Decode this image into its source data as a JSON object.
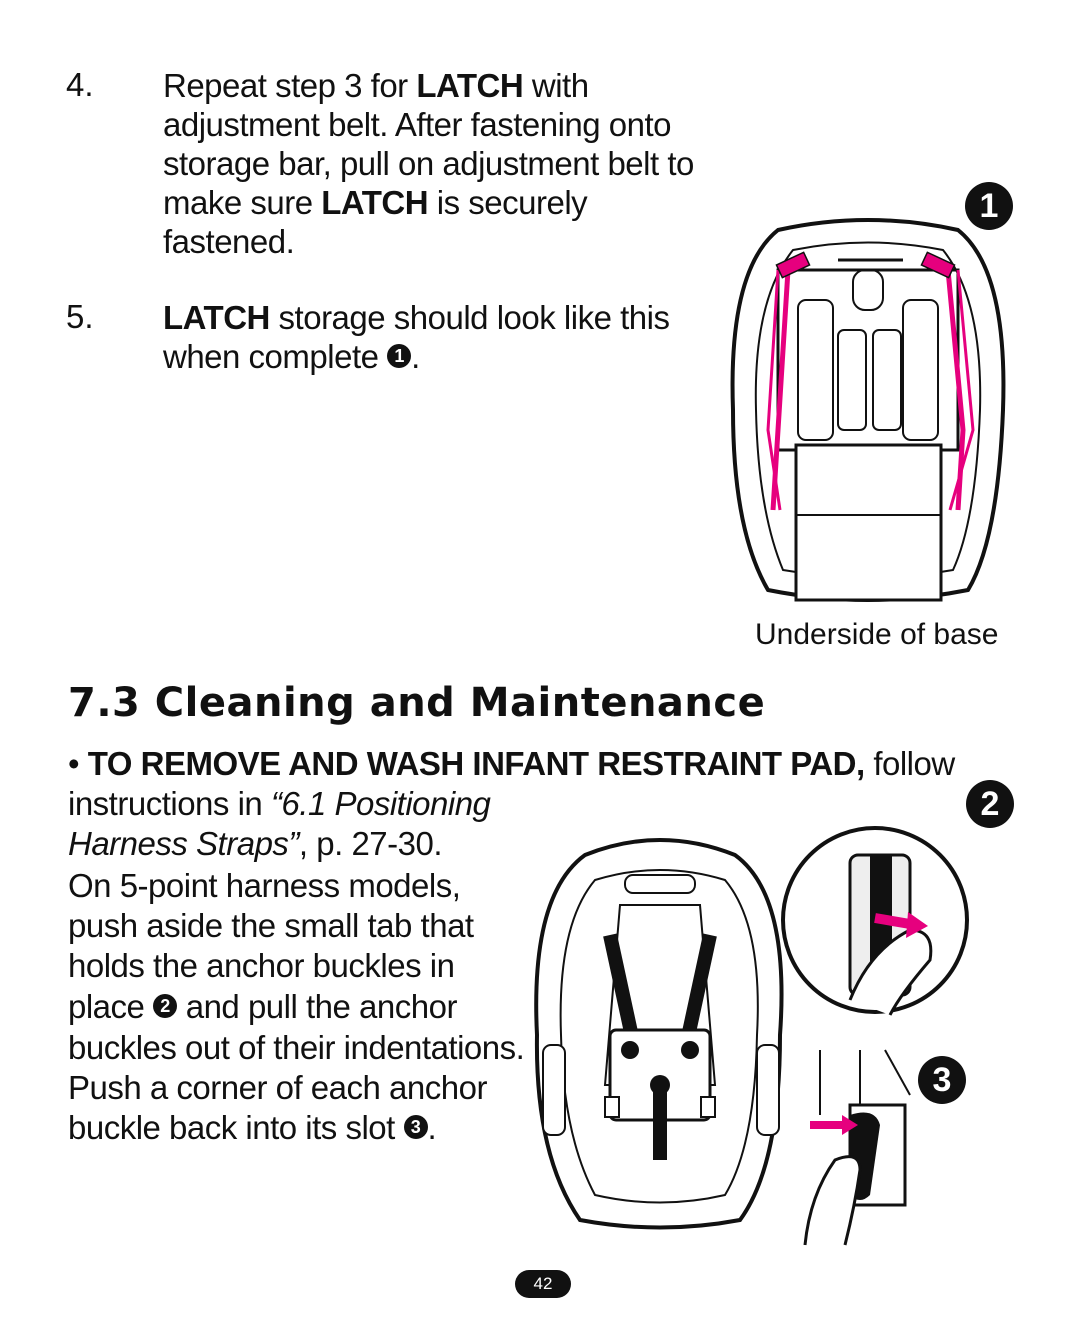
{
  "steps": {
    "s4": {
      "num": "4.",
      "l1a": "Repeat step 3 for ",
      "l1b": "LATCH",
      "l1c": " with",
      "l2": "adjustment belt. After fastening onto",
      "l3": "storage bar, pull on adjustment belt to",
      "l4a": "make sure ",
      "l4b": "LATCH",
      "l4c": " is securely",
      "l5": "fastened."
    },
    "s5": {
      "num": "5.",
      "l1a": "LATCH",
      "l1b": " storage should look like this",
      "l2": "when complete ",
      "ref": "1",
      "end": "."
    }
  },
  "figure1": {
    "badge": "1",
    "caption": "Underside of base"
  },
  "section": {
    "title": "7.3 Cleaning and Maintenance"
  },
  "body": {
    "bullet": "•",
    "b1a": "TO REMOVE AND WASH INFANT RESTRAINT PAD,",
    "b1b": " follow",
    "l2a": "instructions in ",
    "l2b": "“6.1 Positioning",
    "l3a": "Harness Straps”",
    "l3b": ", p. 27-30.",
    "l4": "On 5-point harness models,",
    "l5": "push aside the small tab that",
    "l6": "holds the anchor buckles in",
    "l7a": "place ",
    "ref2": "2",
    "l7b": " and pull the anchor",
    "l8": "buckles out of their indentations.",
    "l9": "Push a corner of each anchor",
    "l10": "buckle back into its slot ",
    "ref3": "3",
    "l10end": "."
  },
  "figure2": {
    "badge": "2"
  },
  "figure3": {
    "badge": "3"
  },
  "page": {
    "number": "42"
  },
  "colors": {
    "accent": "#e6007e",
    "ink": "#111111"
  }
}
